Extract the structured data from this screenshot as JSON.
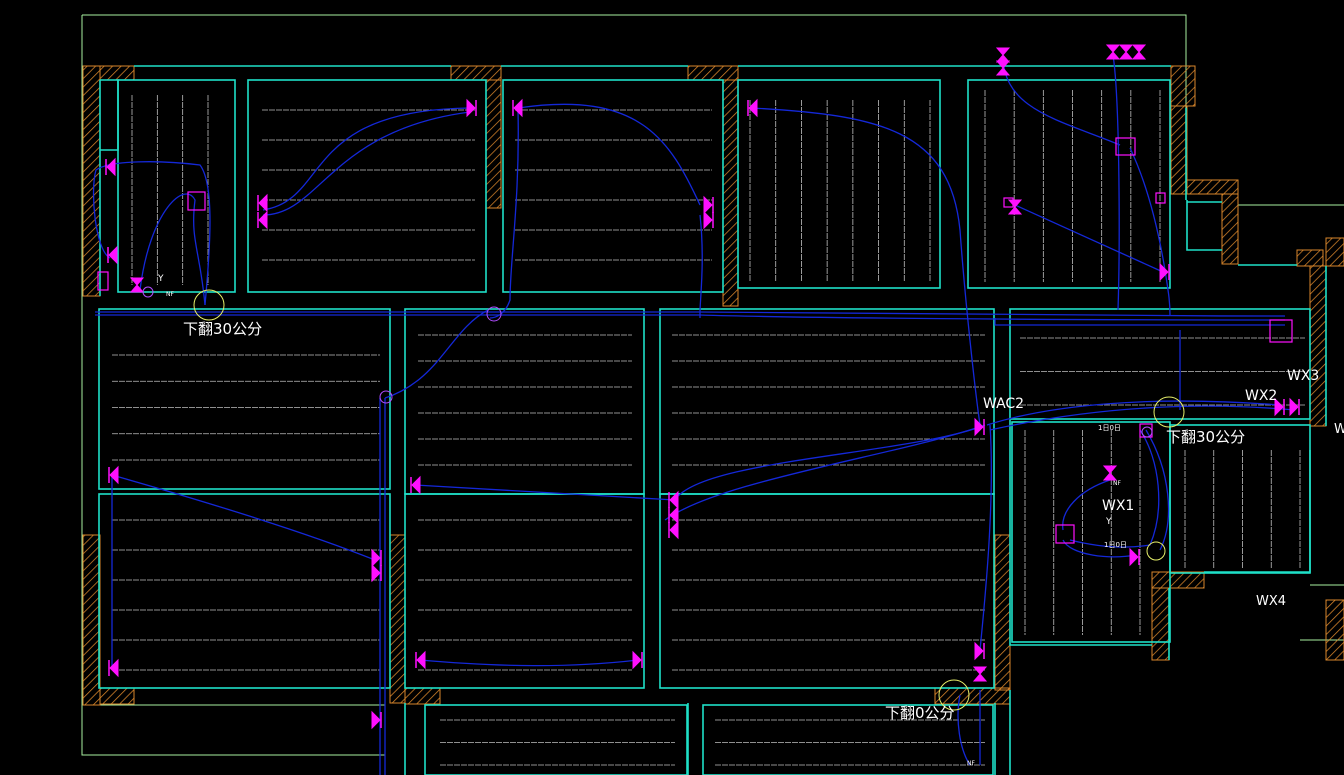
{
  "annotations": {
    "drop_left": "下翻30公分",
    "drop_right": "下翻30公分",
    "drop_bottom": "下翻0公分",
    "wac2": "WAC2",
    "wx1": "WX1",
    "wx2": "WX2",
    "wx3": "WX3",
    "wx4": "WX4",
    "w_edge": "W",
    "y_left": "Y",
    "y_right": "Y",
    "code_a": "1日0日",
    "code_b": "1日0日",
    "nf_a": "NF",
    "nf_b": "NF",
    "nf_c": "NF"
  },
  "colors": {
    "background": "#000000",
    "wall": "#1fe0c8",
    "outline": "#a8f0a0",
    "hatch": "#d9862b",
    "pipe": "#1428d8",
    "heater": "#ff10ff",
    "ring": "#e6ef6a",
    "fin": "#bfbfbf"
  }
}
